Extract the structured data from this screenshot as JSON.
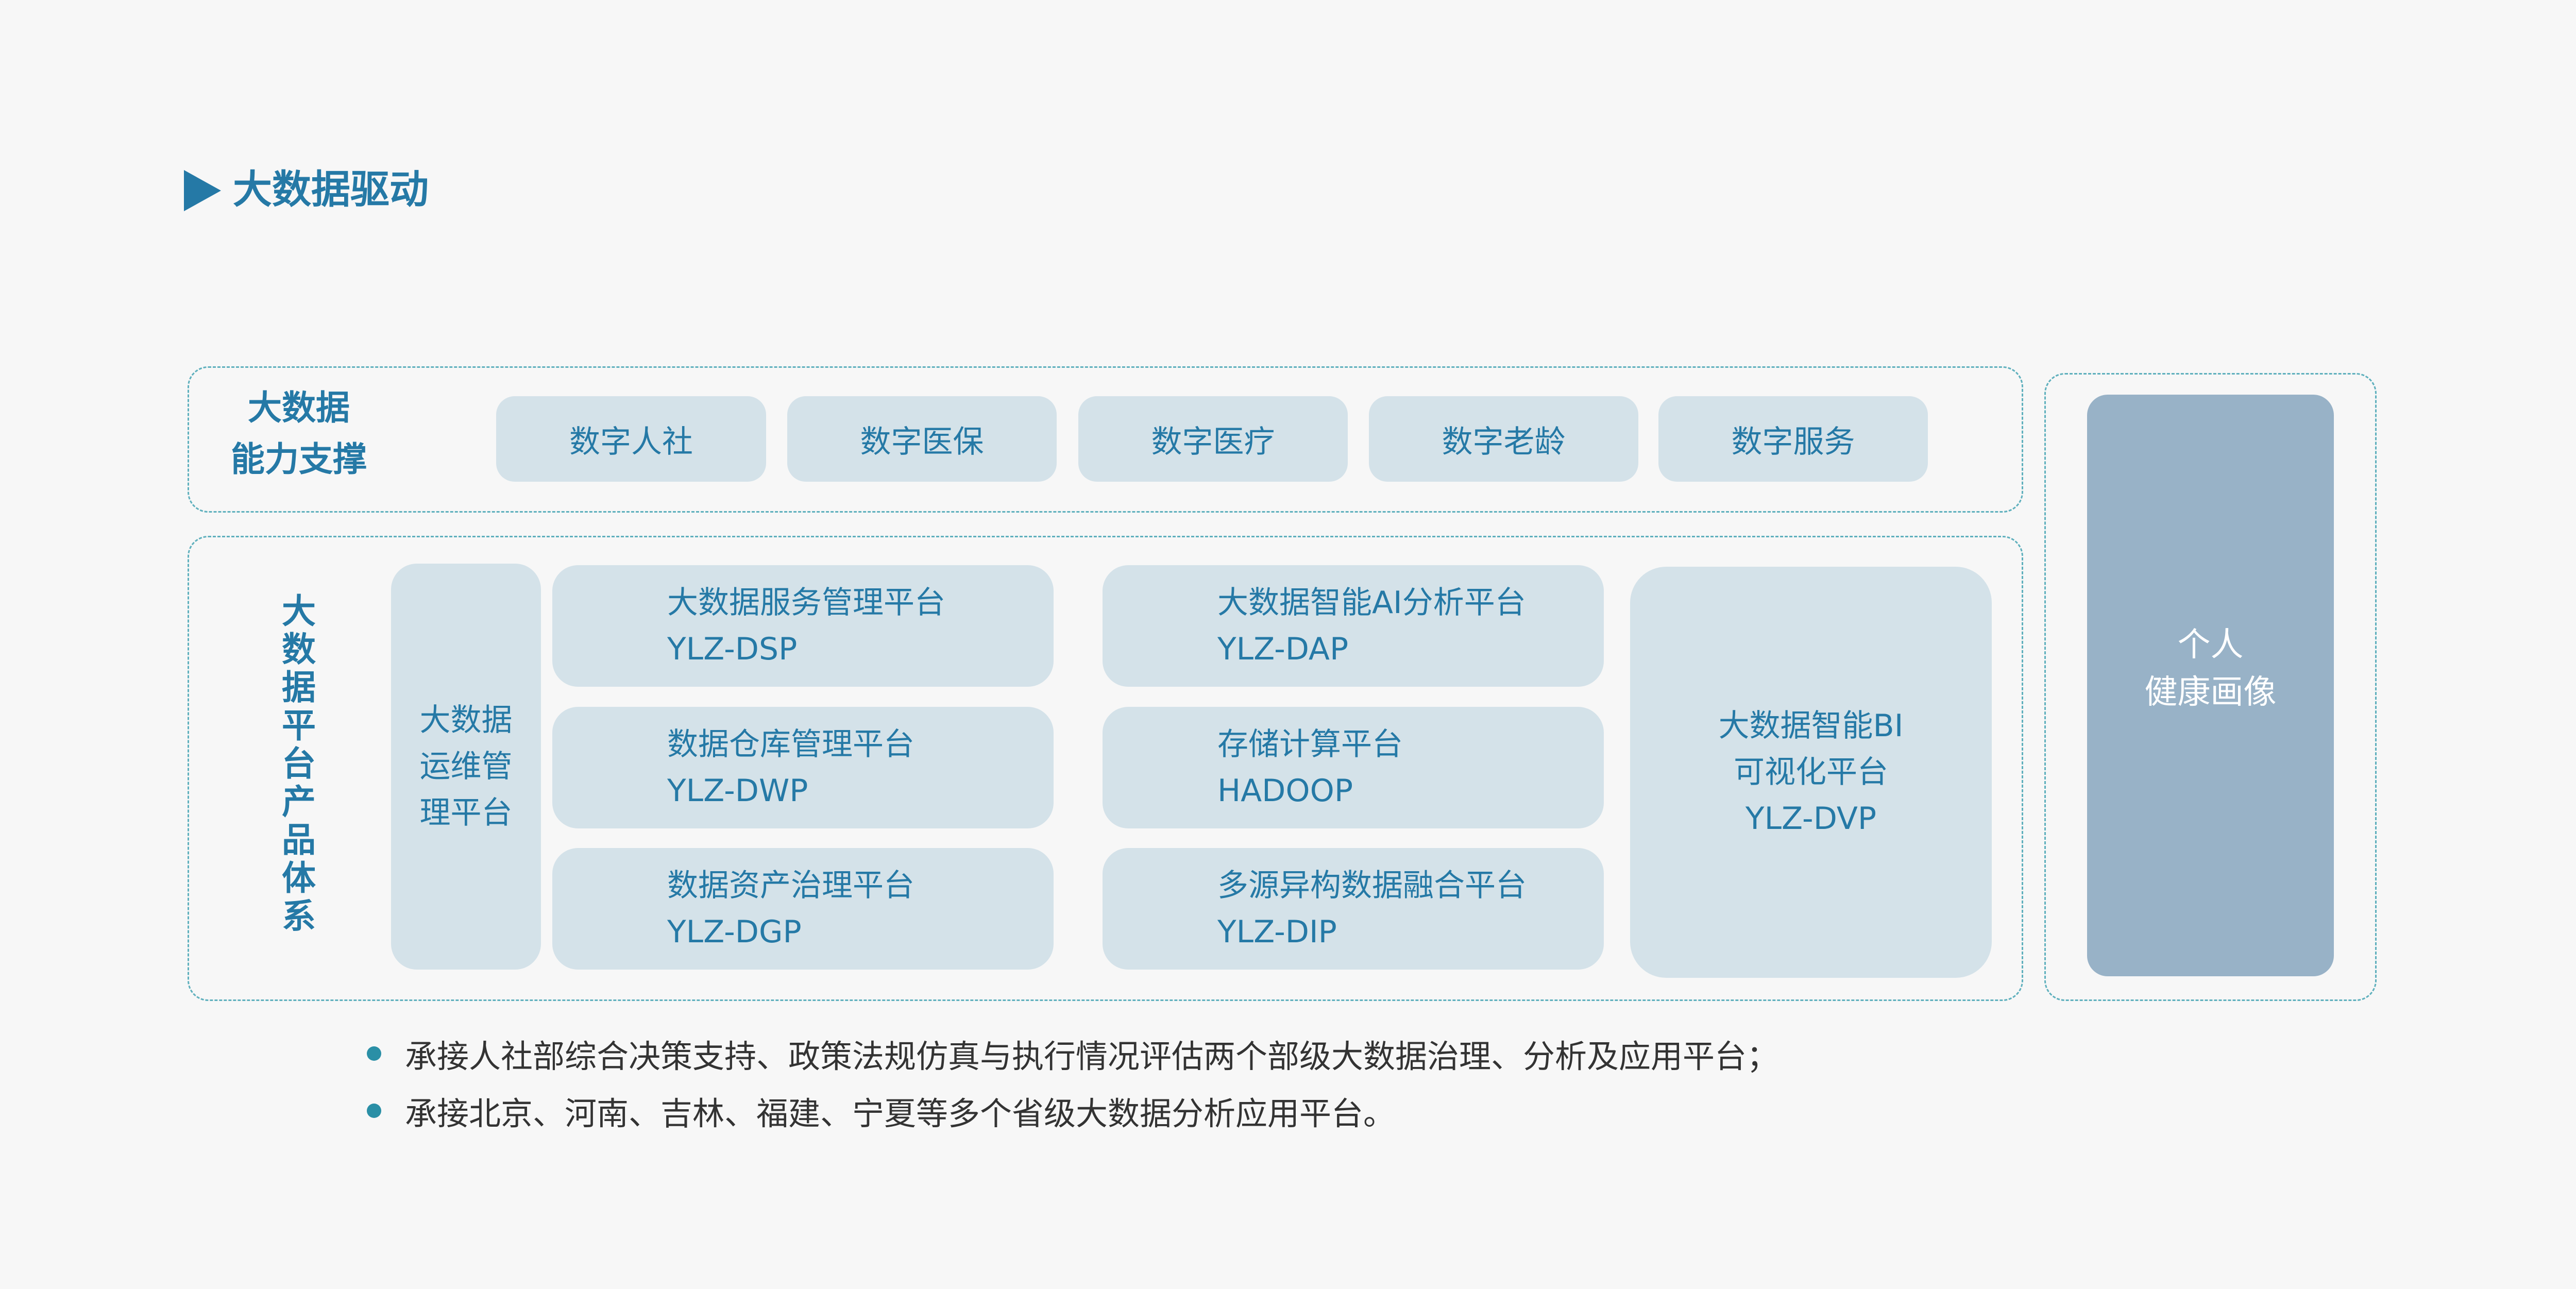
{
  "title": "大数据驱动",
  "capability": {
    "label_line1": "大数据",
    "label_line2": "能力支撑",
    "items": [
      "数字人社",
      "数字医保",
      "数字医疗",
      "数字老龄",
      "数字服务"
    ]
  },
  "platform": {
    "label": "大数据平台产品体系",
    "ops": {
      "line1": "大数据",
      "line2": "运维管",
      "line3": "理平台"
    },
    "col1": [
      {
        "name": "大数据服务管理平台",
        "code": "YLZ-DSP"
      },
      {
        "name": "数据仓库管理平台",
        "code": "YLZ-DWP"
      },
      {
        "name": "数据资产治理平台",
        "code": "YLZ-DGP"
      }
    ],
    "col2": [
      {
        "name": "大数据智能AI分析平台",
        "code": "YLZ-DAP"
      },
      {
        "name": "存储计算平台",
        "code": "HADOOP"
      },
      {
        "name": "多源异构数据融合平台",
        "code": "YLZ-DIP"
      }
    ],
    "bi": {
      "line1": "大数据智能BI",
      "line2": "可视化平台",
      "code": "YLZ-DVP"
    }
  },
  "personal": {
    "line1": "个人",
    "line2": "健康画像"
  },
  "bullets": [
    "承接人社部综合决策支持、政策法规仿真与执行情况评估两个部级大数据治理、分析及应用平台；",
    "承接北京、河南、吉林、福建、宁夏等多个省级大数据分析应用平台。"
  ]
}
